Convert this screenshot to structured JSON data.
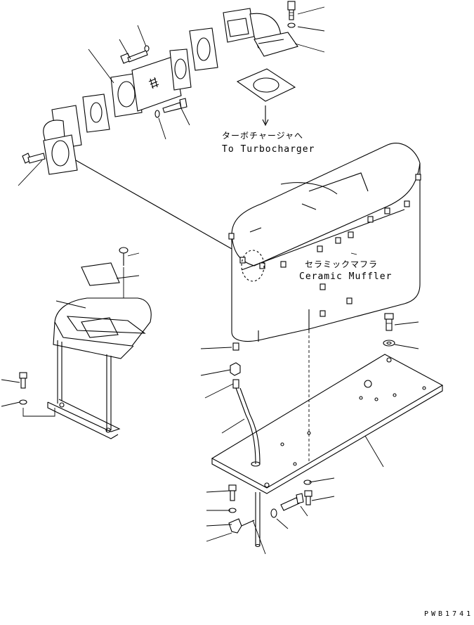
{
  "annotations": {
    "turbo_jp": "ターボチャージャへ",
    "turbo_en": "To Turbocharger",
    "muffler_jp": "セラミックマフラ",
    "muffler_en": "Ceramic Muffler"
  },
  "drawing_code": "PWB1741"
}
